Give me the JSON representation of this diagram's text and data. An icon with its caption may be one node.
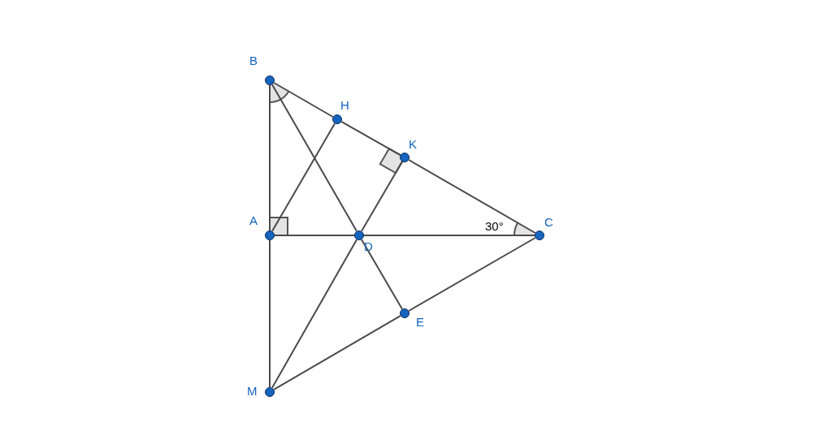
{
  "diagram": {
    "nodes": [
      {
        "text": [
          "B"
        ]
      },
      {
        "text": [
          "H"
        ]
      },
      {
        "text": [
          "K"
        ]
      },
      {
        "text": [
          "A"
        ]
      },
      {
        "text": [
          "D"
        ]
      },
      {
        "text": [
          "C"
        ]
      },
      {
        "text": [
          "E"
        ]
      },
      {
        "text": [
          "M"
        ]
      }
    ],
    "edges": [
      {
        "from": 0,
        "to": 1,
        "arrow": "none"
      },
      {
        "from": 1,
        "to": 2,
        "arrow": "none"
      },
      {
        "from": 2,
        "to": 5,
        "arrow": "none"
      },
      {
        "from": 0,
        "to": 3,
        "arrow": "none"
      },
      {
        "from": 3,
        "to": 7,
        "arrow": "none"
      },
      {
        "from": 3,
        "to": 4,
        "arrow": "none"
      },
      {
        "from": 4,
        "to": 5,
        "arrow": "none"
      },
      {
        "from": 0,
        "to": 4,
        "arrow": "none"
      },
      {
        "from": 4,
        "to": 6,
        "arrow": "none"
      },
      {
        "from": 7,
        "to": 6,
        "arrow": "none"
      },
      {
        "from": 6,
        "to": 5,
        "arrow": "none"
      },
      {
        "from": 7,
        "to": 4,
        "arrow": "none"
      },
      {
        "from": 4,
        "to": 2,
        "arrow": "none"
      },
      {
        "from": 3,
        "to": 1,
        "arrow": "none"
      }
    ],
    "labels": [
      "30°"
    ]
  }
}
